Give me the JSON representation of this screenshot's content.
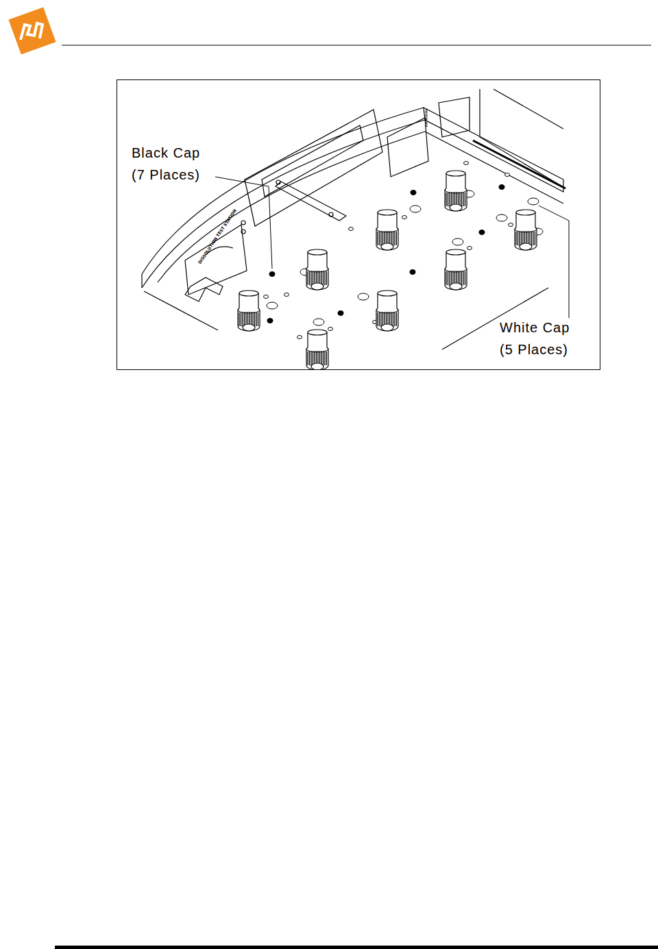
{
  "diagram": {
    "labels": [
      "Black Cap (7 Places)",
      "White Cap (5 Places)",
      "DISSOLUTION TEST STATION"
    ]
  }
}
